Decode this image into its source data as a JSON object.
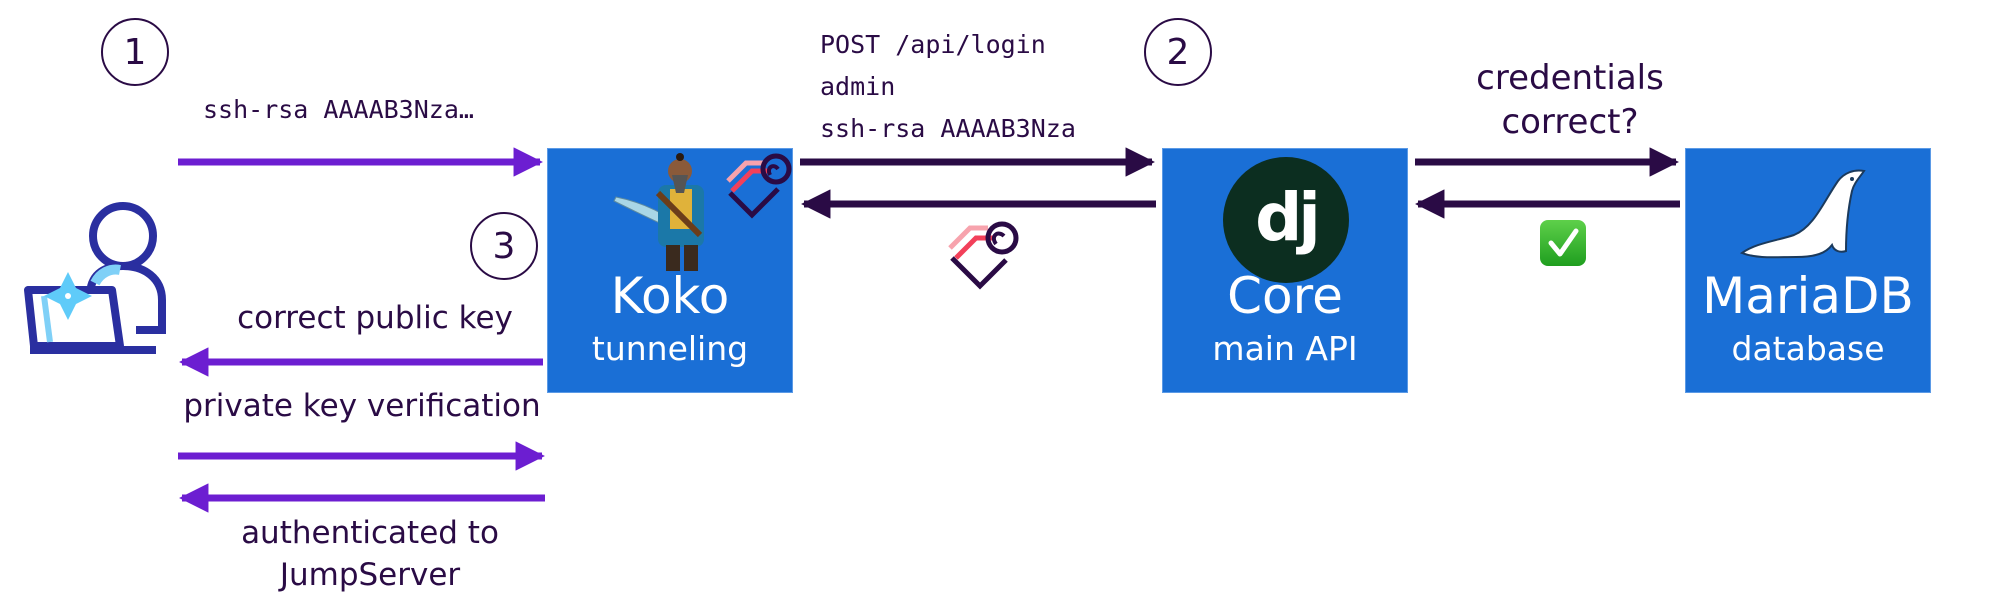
{
  "steps": [
    "1",
    "2",
    "3"
  ],
  "colors": {
    "client_arrow": "#6c1ed1",
    "server_arrow": "#2a0b45",
    "box_fill": "#1a6fd6",
    "text": "#2a0b45",
    "django_circle": "#0c2e20"
  },
  "nodes": {
    "user": {
      "icon": "user-laptop-icon"
    },
    "koko": {
      "title": "Koko",
      "subtitle": "tunneling",
      "icon": "pirate-character-icon"
    },
    "core": {
      "title": "Core",
      "subtitle": "main API",
      "icon": "django-logo-icon",
      "logo_text": "dj"
    },
    "mariadb": {
      "title": "MariaDB",
      "subtitle": "database",
      "icon": "sea-lion-logo-icon"
    }
  },
  "messages": {
    "user_to_koko_key": "ssh-rsa AAAAB3Nza…",
    "koko_to_core": [
      "POST /api/login",
      "admin",
      "ssh-rsa AAAAB3Nza"
    ],
    "core_to_db": [
      "credentials",
      "correct?"
    ],
    "db_to_core_result": "✅",
    "koko_to_user_pubkey": "correct public key",
    "user_to_koko_verify": "private key verification",
    "koko_to_user_auth": [
      "authenticated to",
      "JumpServer"
    ]
  }
}
